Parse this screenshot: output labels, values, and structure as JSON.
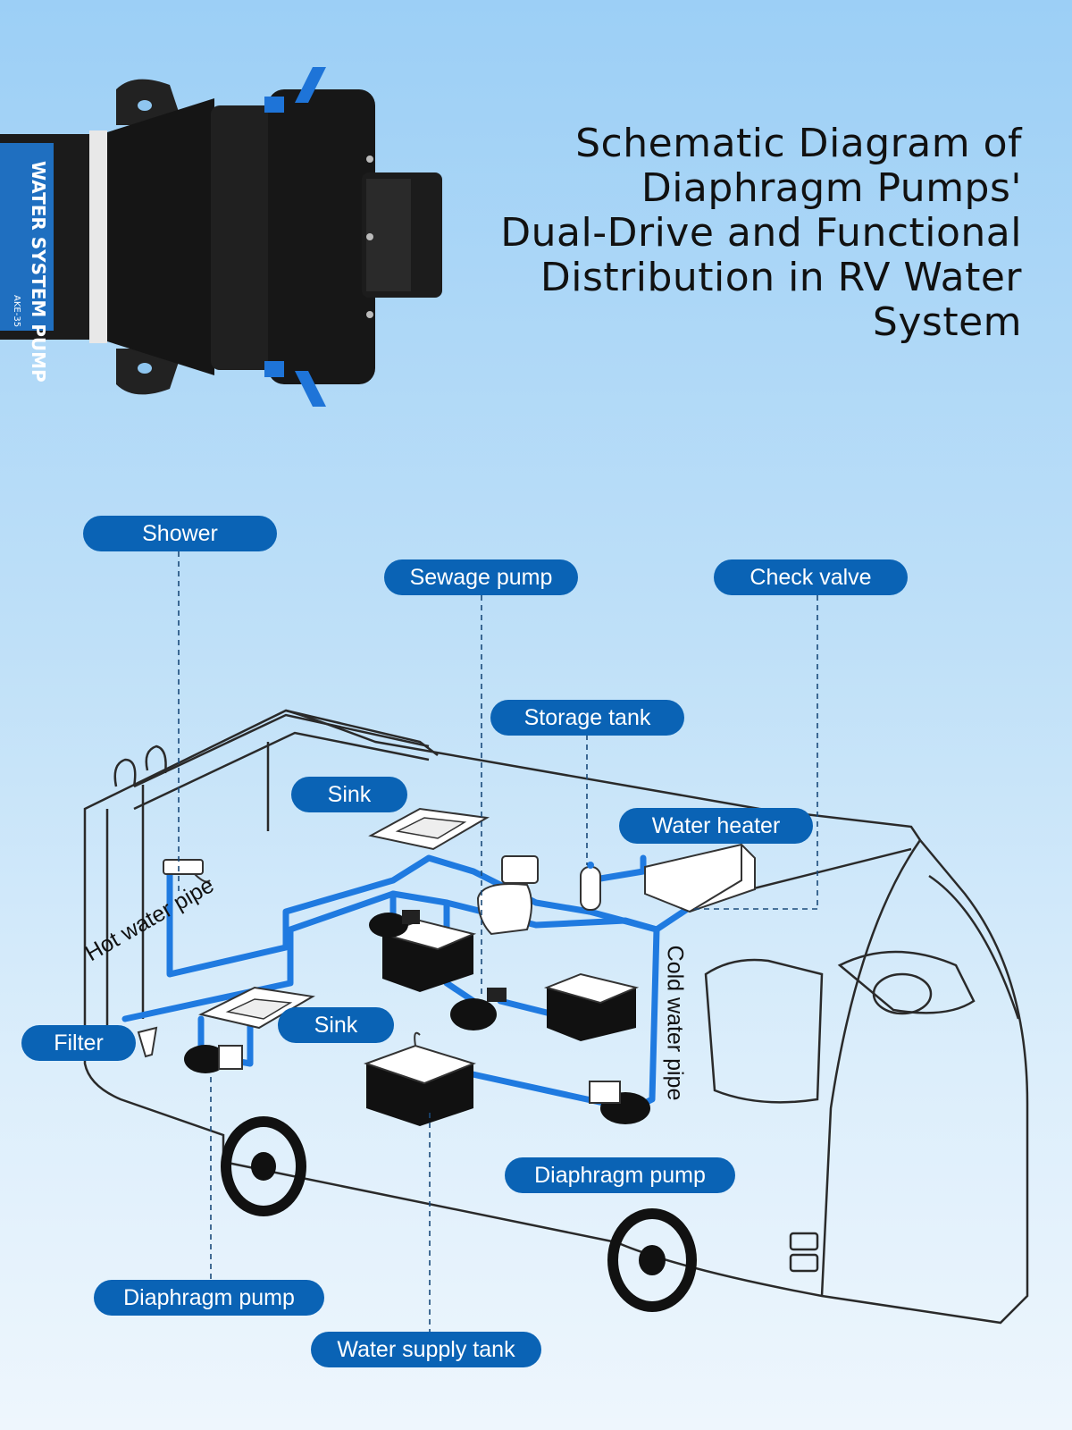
{
  "title": {
    "lines": [
      "Schematic Diagram of",
      "Diaphragm Pumps'",
      "Dual-Drive and Functional",
      "Distribution in RV Water",
      "System"
    ]
  },
  "pump_label": {
    "brand": "WATER SYSTEM PUMP",
    "model": "AKE-35"
  },
  "labels": {
    "shower": "Shower",
    "sewage_pump": "Sewage pump",
    "check_valve": "Check valve",
    "storage_tank": "Storage tank",
    "sink_top": "Sink",
    "water_heater": "Water heater",
    "hot_water_pipe": "Hot water pipe",
    "cold_water_pipe": "Cold water pipe",
    "filter": "Filter",
    "sink_bottom": "Sink",
    "diaphragm_pump_right": "Diaphragm pump",
    "diaphragm_pump_left": "Diaphragm pump",
    "water_supply_tank": "Water supply tank"
  },
  "colors": {
    "pill": "#0a63b5",
    "pipe": "#1f7ae0",
    "outline": "#2a2a2a"
  }
}
